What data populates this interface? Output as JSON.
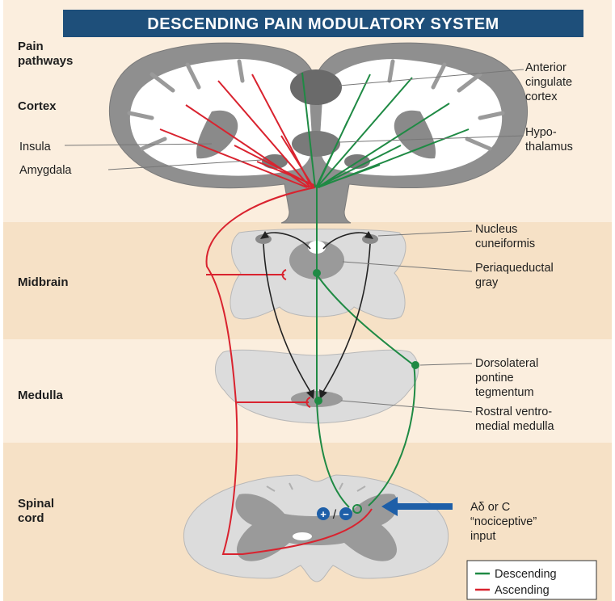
{
  "title": "DESCENDING PAIN MODULATORY SYSTEM",
  "regions": {
    "pain_pathways": [
      "Pain",
      "pathways"
    ],
    "cortex": "Cortex",
    "midbrain": "Midbrain",
    "medulla": "Medulla",
    "spinal_cord": [
      "Spinal",
      "cord"
    ]
  },
  "structures": {
    "anterior_cingulate": [
      "Anterior",
      "cingulate",
      "cortex"
    ],
    "hypothalamus": [
      "Hypo-",
      "thalamus"
    ],
    "insula": "Insula",
    "amygdala": "Amygdala",
    "nucleus_cuneiformis": [
      "Nucleus",
      "cuneiformis"
    ],
    "periaqueductal_gray": [
      "Periaqueductal",
      "gray"
    ],
    "dorsolateral_pontine": [
      "Dorsolateral",
      "pontine",
      "tegmentum"
    ],
    "rostral_ventromedial": [
      "Rostral ventro-",
      "medial medulla"
    ],
    "nociceptive_input": [
      "Aδ or C",
      "“nociceptive”",
      "input"
    ]
  },
  "symbols": {
    "plus": "+",
    "slash": "/",
    "minus": "−"
  },
  "legend": [
    {
      "label": "Descending",
      "color": "#1f8a44"
    },
    {
      "label": "Ascending",
      "color": "#d9232f"
    }
  ],
  "colors": {
    "title_bar": "#1e4f7a",
    "band_light": "#fbeede",
    "band_dark": "#f6e1c6",
    "tissue": "#d8d8d8",
    "gray_matter": "#9a9a9a",
    "descending": "#1f8a44",
    "ascending": "#d9232f",
    "input_arrow": "#1e5fa8"
  }
}
